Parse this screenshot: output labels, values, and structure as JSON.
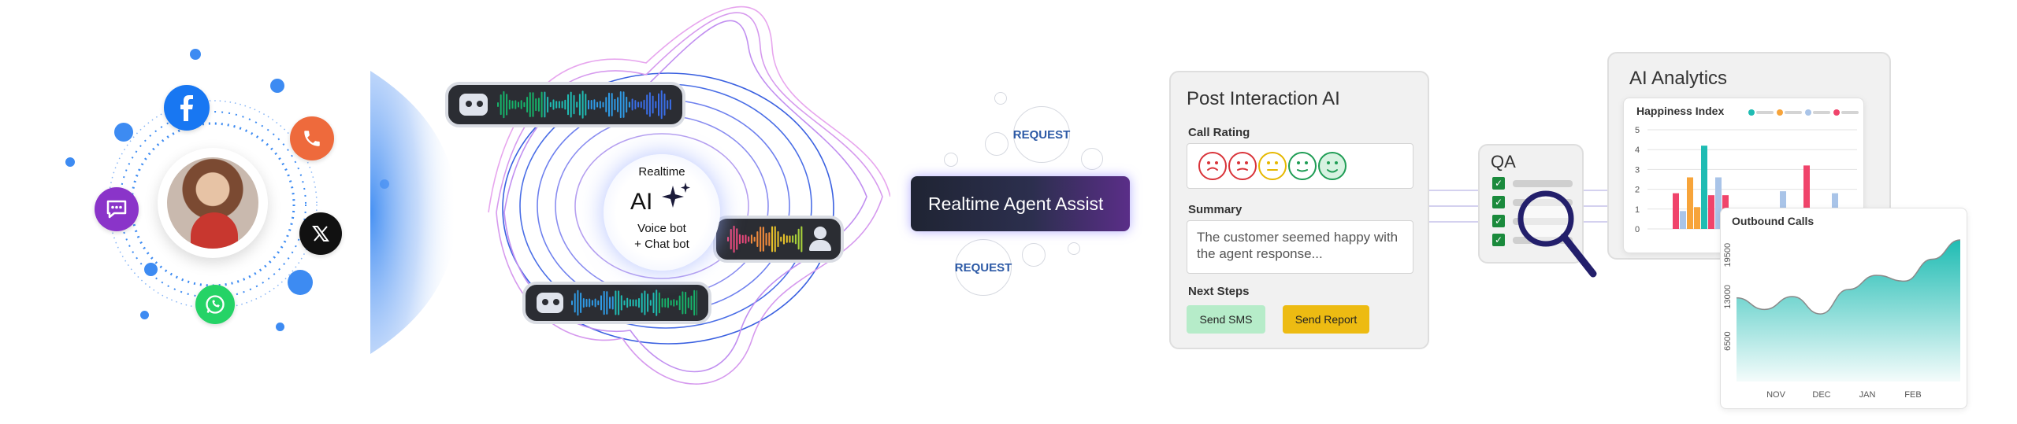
{
  "channels": {
    "icons": [
      "facebook-icon",
      "phone-icon",
      "x-icon",
      "whatsapp-icon",
      "chat-icon"
    ],
    "colors": {
      "facebook": "#1877f2",
      "phone": "#ee6a3c",
      "x": "#111111",
      "whatsapp": "#25d366",
      "chat": "#8a34c9"
    }
  },
  "ai_engine": {
    "top_label": "Realtime",
    "ai_label": "AI",
    "line1": "Voice bot",
    "line2": "+ Chat bot"
  },
  "requests": {
    "top": "REQUEST",
    "bottom": "REQUEST"
  },
  "agent_assist": {
    "label": "Realtime Agent Assist"
  },
  "post_interaction": {
    "title": "Post Interaction AI",
    "call_rating_label": "Call Rating",
    "summary_label": "Summary",
    "summary_text": "The customer seemed happy with the agent response...",
    "next_steps_label": "Next Steps",
    "send_sms_label": "Send SMS",
    "send_report_label": "Send Report",
    "rating_colors": [
      "#d9343a",
      "#d9343a",
      "#e6b800",
      "#1f9d55",
      "#1f9d55"
    ]
  },
  "qa": {
    "title": "QA"
  },
  "analytics": {
    "title": "AI Analytics"
  },
  "chart_data": [
    {
      "type": "bar",
      "title": "Happiness Index",
      "yticks": [
        "5",
        "4",
        "3",
        "2",
        "1",
        "0"
      ],
      "ylim": [
        0,
        5
      ],
      "groups": [
        [
          {
            "v": 1.8,
            "c": "#f0446b"
          },
          {
            "v": 0.9,
            "c": "#a9c4e8"
          },
          {
            "v": 2.6,
            "c": "#f7a43a"
          },
          {
            "v": 1.1,
            "c": "#f7a43a"
          },
          {
            "v": 4.2,
            "c": "#1fbcb3"
          },
          {
            "v": 1.7,
            "c": "#f0446b"
          },
          {
            "v": 2.6,
            "c": "#a9c4e8"
          },
          {
            "v": 1.7,
            "c": "#f0446b"
          }
        ],
        [
          {
            "v": 1.9,
            "c": "#a9c4e8"
          },
          {
            "v": 3.2,
            "c": "#f0446b"
          },
          {
            "v": 1.8,
            "c": "#a9c4e8"
          }
        ]
      ],
      "legend_colors": [
        "#1fbcb3",
        "#f7a43a",
        "#a9c4e8",
        "#f0446b"
      ]
    },
    {
      "type": "area",
      "title": "Outbound Calls",
      "categories": [
        "NOV",
        "DEC",
        "JAN",
        "FEB"
      ],
      "yticks": [
        "19500",
        "13000",
        "6500"
      ],
      "ylim": [
        0,
        22000
      ],
      "values": [
        13000,
        11200,
        13200,
        10500,
        14300,
        16500,
        15600,
        19000,
        22000
      ],
      "color": "#1fbcb3"
    }
  ]
}
